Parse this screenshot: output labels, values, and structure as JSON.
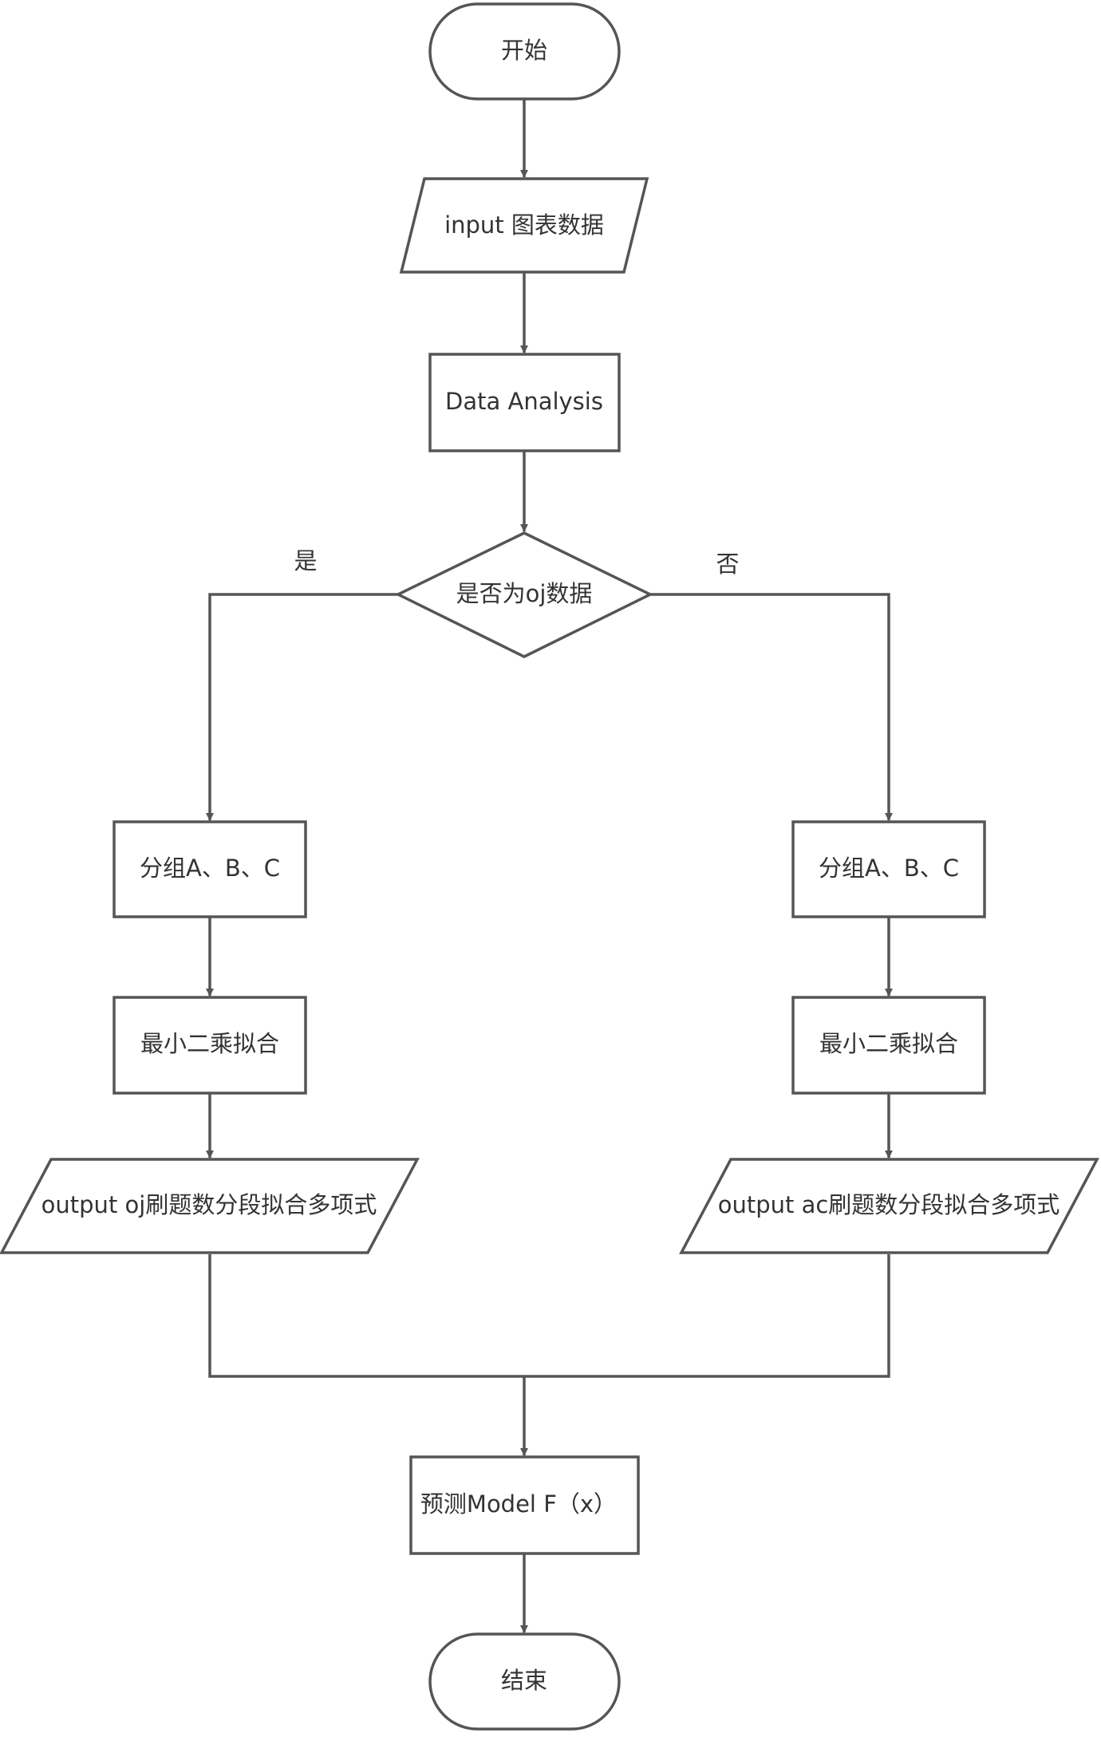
{
  "diagram": {
    "start": "开始",
    "input": "input 图表数据",
    "analysis": "Data Analysis",
    "decision": "是否为oj数据",
    "branch_yes": "是",
    "branch_no": "否",
    "left": {
      "group": "分组A、B、C",
      "fit": "最小二乘拟合",
      "output": "output oj刷题数分段拟合多项式"
    },
    "right": {
      "group": "分组A、B、C",
      "fit": "最小二乘拟合",
      "output": "output ac刷题数分段拟合多项式"
    },
    "predict": "预测Model F（x）",
    "end": "结束"
  }
}
